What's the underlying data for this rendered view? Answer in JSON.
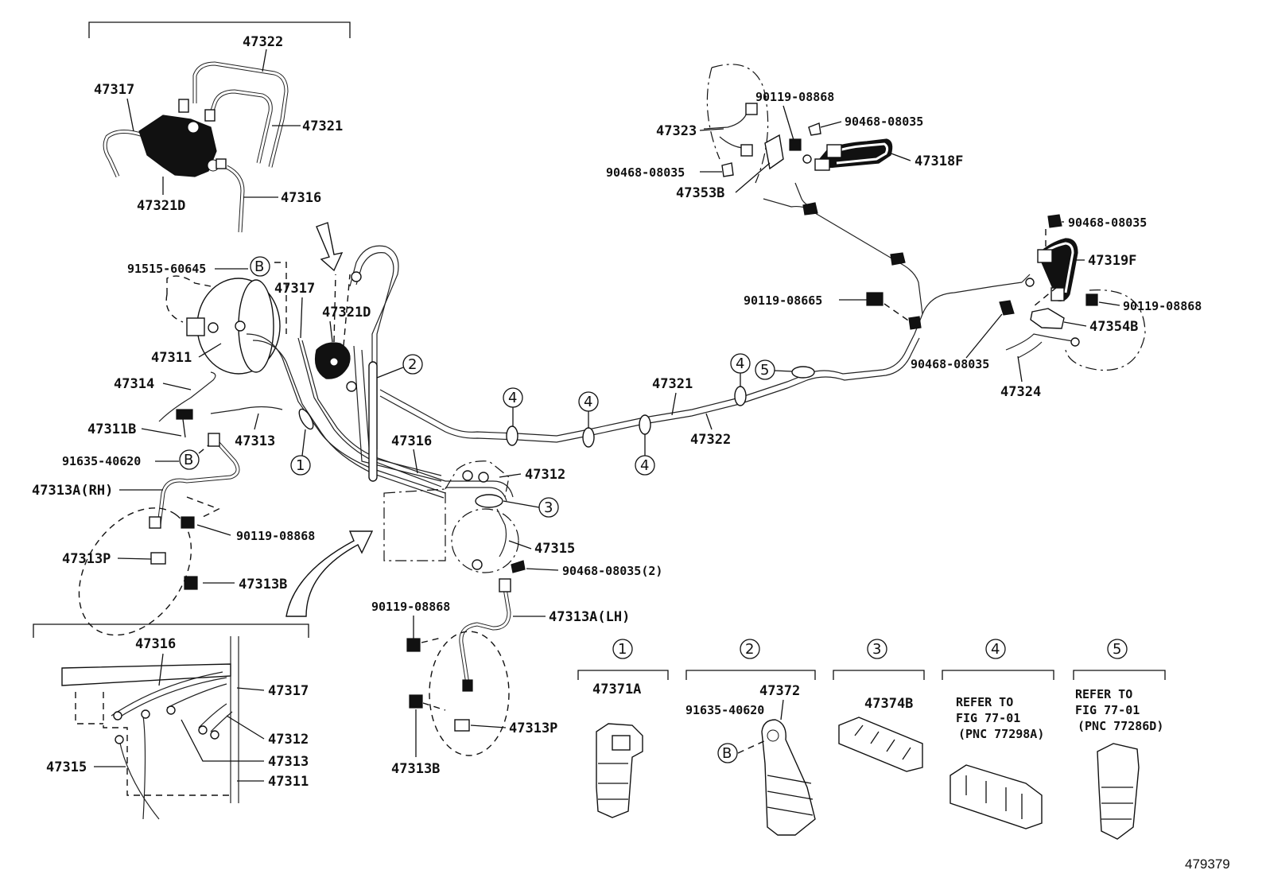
{
  "labels": {
    "p47322_top": "47322",
    "p47317_top": "47317",
    "p47321_top": "47321",
    "p47316_top": "47316",
    "p47321D_top": "47321D",
    "p91515": "91515-60645",
    "p47317_mid": "47317",
    "p47321D_mid": "47321D",
    "p47311": "47311",
    "p47314": "47314",
    "p47311B": "47311B",
    "p47313": "47313",
    "p91635_left": "91635-40620",
    "p47313A_RH": "47313A(RH)",
    "p90119_left": "90119-08868",
    "p47313P_left": "47313P",
    "p47313B_left": "47313B",
    "p47316_mid": "47316",
    "p47312_mid": "47312",
    "p47315_mid": "47315",
    "p90468_2": "90468-08035(2)",
    "p90119_lower": "90119-08868",
    "p47313A_LH": "47313A(LH)",
    "p47313P_lower": "47313P",
    "p47313B_lower": "47313B",
    "p47321_mid": "47321",
    "p47322_mid": "47322",
    "p90119_08868_tr": "90119-08868",
    "p90468_08035_tr1": "90468-08035",
    "p47323": "47323",
    "p90468_08035_tr2": "90468-08035",
    "p47318F": "47318F",
    "p47353B": "47353B",
    "p90468_08035_r1": "90468-08035",
    "p47319F": "47319F",
    "p90119_08665": "90119-08665",
    "p90119_08868_r": "90119-08868",
    "p47354B": "47354B",
    "p90468_08035_r2": "90468-08035",
    "p47324": "47324",
    "inset_47316": "47316",
    "inset_47317": "47317",
    "inset_47312": "47312",
    "inset_47313": "47313",
    "inset_47315": "47315",
    "inset_47311": "47311",
    "c1_part": "47371A",
    "c2_part": "47372",
    "c2_sub": "91635-40620",
    "c3_part": "47374B",
    "c4_line1": "REFER TO",
    "c4_line2": "FIG 77-01",
    "c4_line3": "(PNC 77298A)",
    "c5_line1": "REFER TO",
    "c5_line2": "FIG 77-01",
    "c5_line3": "(PNC 77286D)",
    "figure_no": "479379"
  },
  "callouts": {
    "n1": "1",
    "n2": "2",
    "n3": "3",
    "n4": "4",
    "n5": "5",
    "B": "B"
  }
}
